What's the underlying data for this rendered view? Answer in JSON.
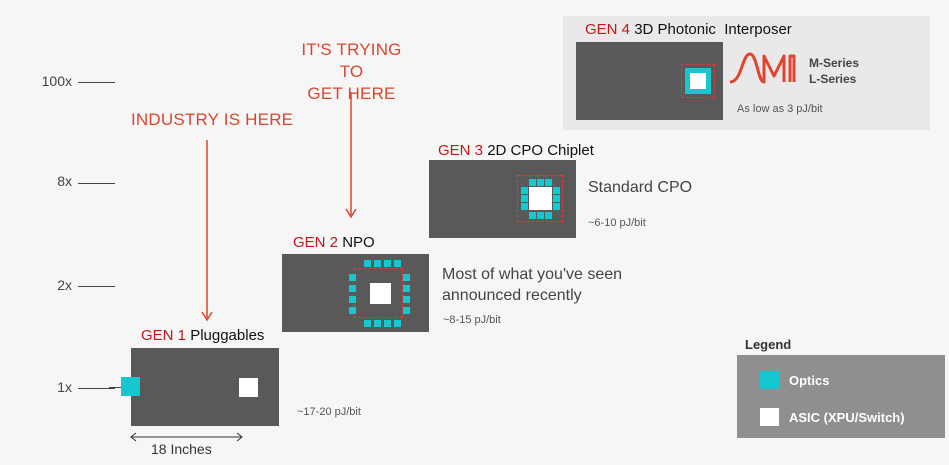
{
  "axis": {
    "ticks": [
      "100x",
      "8x",
      "2x",
      "1x"
    ]
  },
  "annotations": {
    "industry": "INDUSTRY IS HERE",
    "trying_line1": "IT'S TRYING TO",
    "trying_line2": "GET HERE"
  },
  "gen1": {
    "gen": "GEN 1",
    "name": "Pluggables",
    "efficiency": "~17-20 pJ/bit",
    "width_label": "18 Inches"
  },
  "gen2": {
    "gen": "GEN 2",
    "name": "NPO",
    "desc_line1": "Most of what you've seen",
    "desc_line2": "announced recently",
    "efficiency": "~8-15 pJ/bit"
  },
  "gen3": {
    "gen": "GEN 3",
    "name": "2D CPO Chiplet",
    "desc": "Standard CPO",
    "efficiency": "~6-10 pJ/bit"
  },
  "gen4": {
    "gen": "GEN 4",
    "name": "3D Photonic  Interposer",
    "series1": "M-Series",
    "series2": "L-Series",
    "efficiency": "As low as 3 pJ/bit"
  },
  "legend": {
    "title": "Legend",
    "optics": "Optics",
    "asic": "ASIC (XPU/Switch)"
  },
  "colors": {
    "optics": "#16c7cf",
    "asic": "#ffffff",
    "accent": "#d9462f",
    "gen_label": "#c4161c"
  }
}
